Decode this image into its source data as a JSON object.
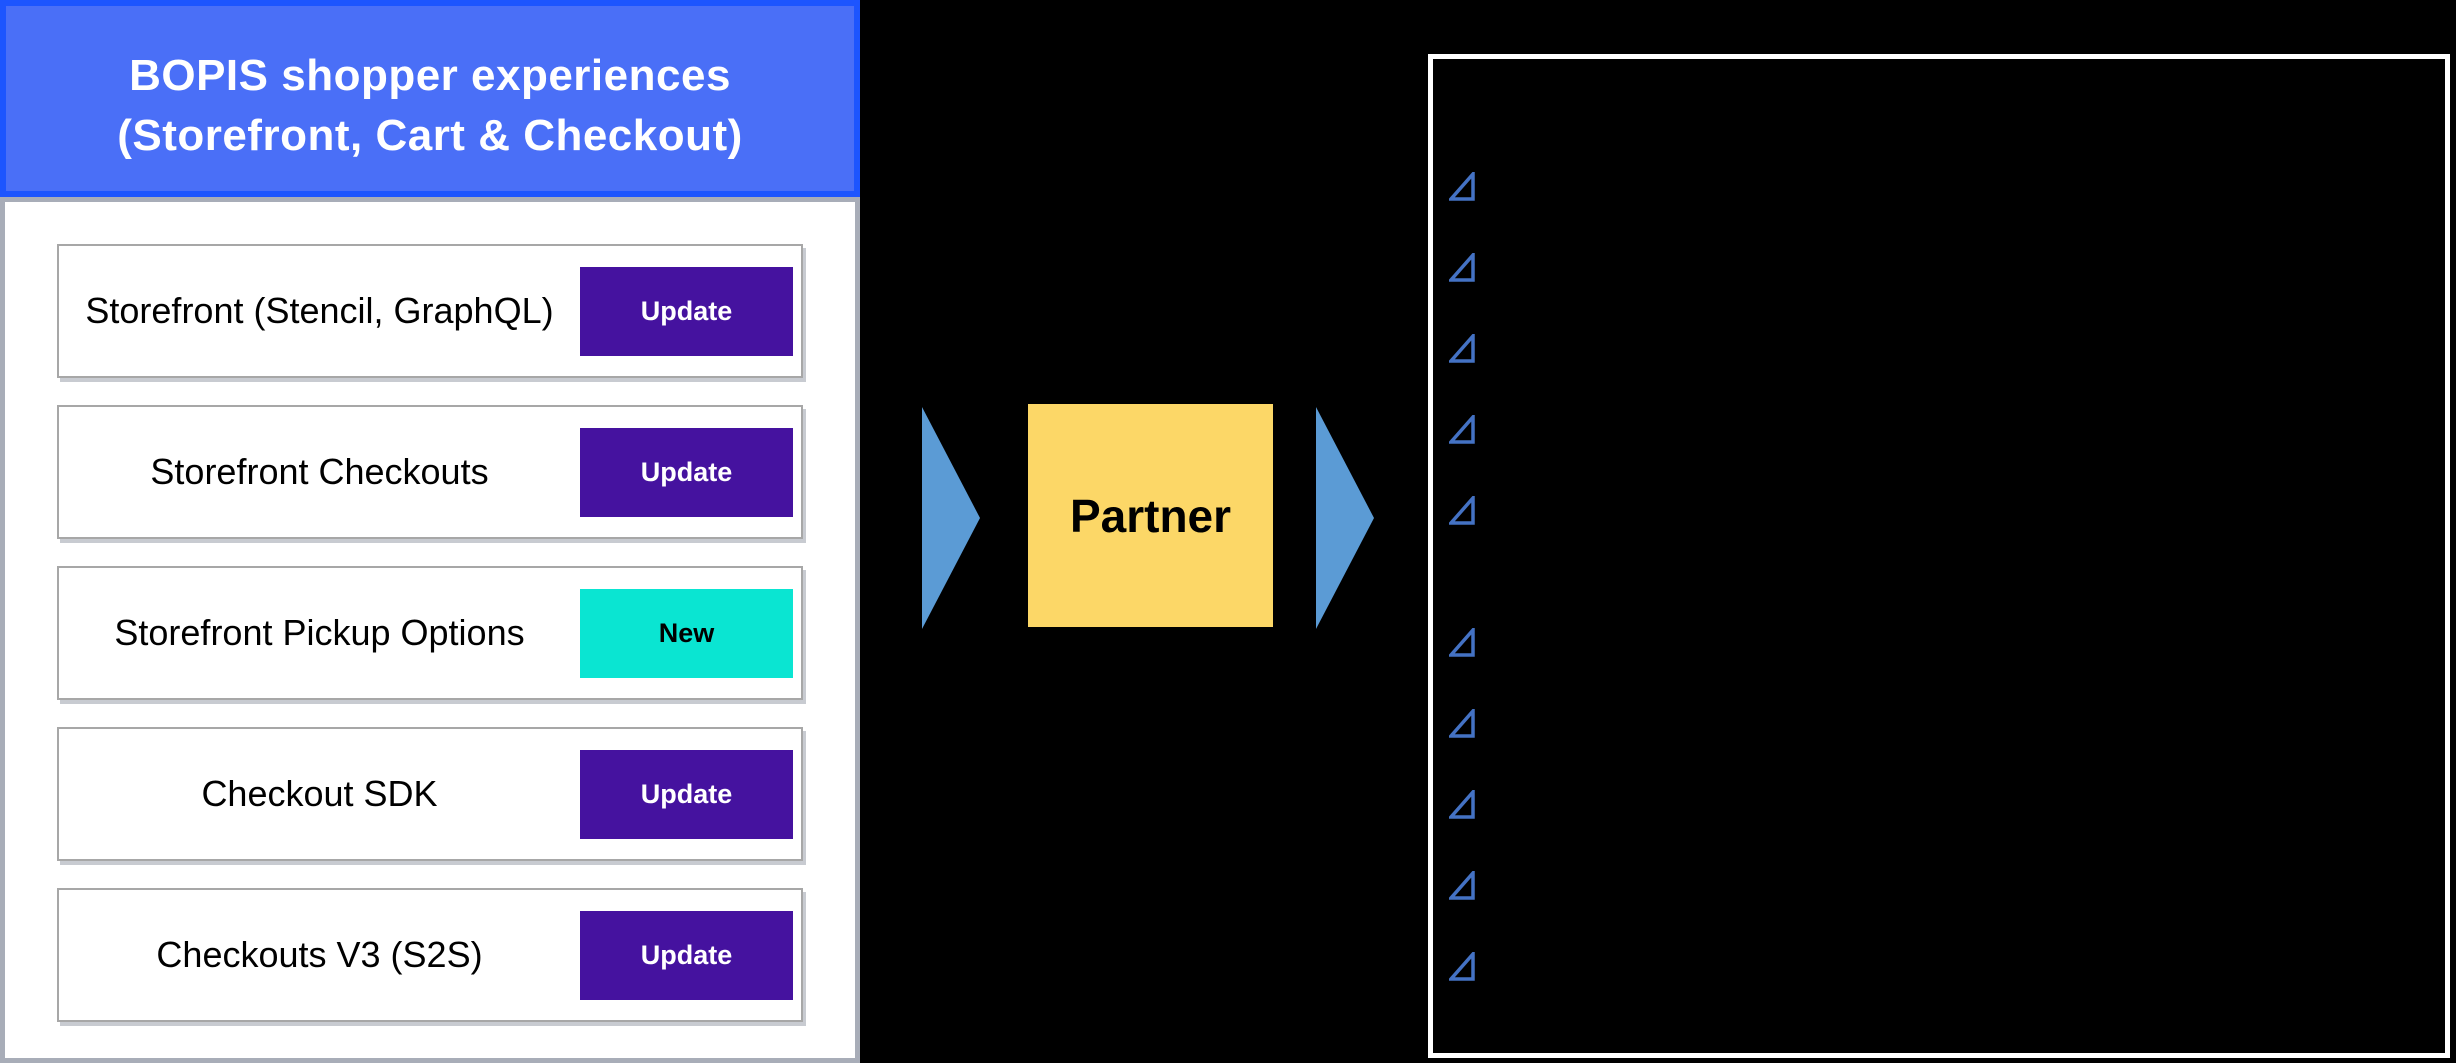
{
  "panel": {
    "title_line1": "BOPIS shopper experiences",
    "title_line2": "(Storefront, Cart & Checkout)",
    "items": [
      {
        "label": "Storefront (Stencil, GraphQL)",
        "badge": "Update",
        "badge_style": "update"
      },
      {
        "label": "Storefront Checkouts",
        "badge": "Update",
        "badge_style": "update"
      },
      {
        "label": "Storefront Pickup Options",
        "badge": "New",
        "badge_style": "new"
      },
      {
        "label": "Checkout SDK",
        "badge": "Update",
        "badge_style": "update"
      },
      {
        "label": "Checkouts V3 (S2S)",
        "badge": "Update",
        "badge_style": "update"
      }
    ]
  },
  "flow": {
    "partner_label": "Partner"
  },
  "right_panel": {
    "bullet_icon": "triangle-bullet",
    "bullet_groups": [
      5,
      5
    ]
  },
  "colors": {
    "header_fill": "#4a6ff7",
    "header_border": "#1d55fe",
    "badge_update": "#45129f",
    "badge_new": "#0ae5d2",
    "arrow_blue": "#5b9bd5",
    "partner_fill": "#fcd767",
    "bullet_stroke": "#4472c4",
    "panel_border_gray": "#a8adb8",
    "item_border_gray": "#a7a7a7"
  }
}
